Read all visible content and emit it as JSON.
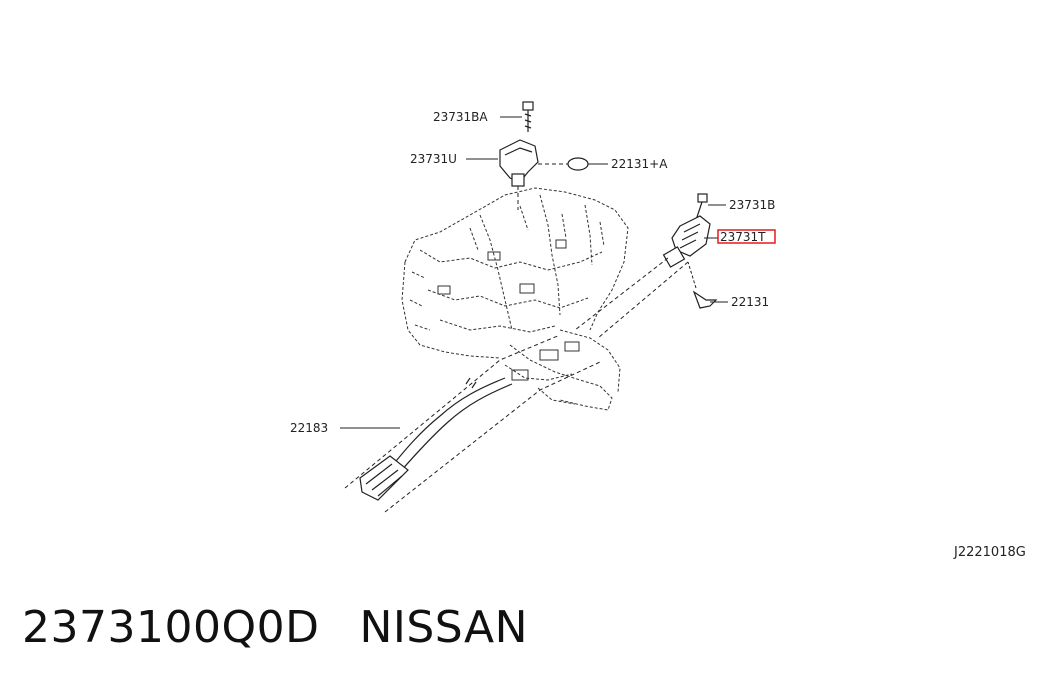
{
  "callouts": {
    "ba": "23731BA",
    "u": "23731U",
    "a": "22131+A",
    "b": "23731B",
    "t": "23731T",
    "c": "22131",
    "cable": "22183"
  },
  "diagram_ref": "J2221018G",
  "footer": {
    "part_number": "2373100Q0D",
    "brand": "NISSAN"
  },
  "highlight_color": "#e8191c"
}
